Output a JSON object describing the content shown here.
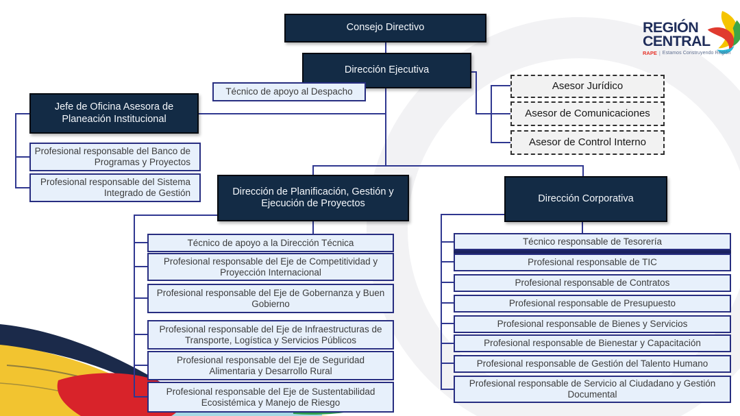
{
  "org": {
    "root": "Consejo Directivo",
    "executive": "Dirección Ejecutiva",
    "executive_support": "Técnico de apoyo al Despacho",
    "advisors": [
      "Asesor Jurídico",
      "Asesor de Comunicaciones",
      "Asesor de Control Interno"
    ],
    "planning_office": {
      "title": "Jefe de Oficina Asesora de Planeación Institucional",
      "items": [
        "Profesional responsable del Banco de Programas y Proyectos",
        "Profesional responsable del Sistema Integrado de Gestión"
      ]
    },
    "projects_direction": {
      "title": "Dirección de Planificación, Gestión y Ejecución de Proyectos",
      "items": [
        "Técnico de apoyo a la Dirección Técnica",
        "Profesional responsable del Eje de Competitividad y Proyección Internacional",
        "Profesional responsable del Eje de Gobernanza y Buen Gobierno",
        "Profesional responsable del Eje de Infraestructuras de Transporte, Logística y Servicios Públicos",
        "Profesional responsable del Eje de Seguridad Alimentaria y Desarrollo Rural",
        "Profesional responsable del Eje de Sustentabilidad Ecosistémica y Manejo de Riesgo"
      ]
    },
    "corporate_direction": {
      "title": "Dirección Corporativa",
      "items": [
        "Técnico responsable de Tesorería",
        "Profesional responsable de TIC",
        "Profesional responsable de Contratos",
        "Profesional responsable de Presupuesto",
        "Profesional responsable de Bienes y Servicios",
        "Profesional responsable de Bienestar y Capacitación",
        "Profesional responsable de Gestión del Talento Humano",
        "Profesional responsable de Servicio al Ciudadano y Gestión Documental"
      ]
    }
  },
  "logo": {
    "line1": "REGIÓN",
    "line2": "CENTRAL",
    "acronym": "RAPE",
    "separator": "|",
    "tagline": "Estamos Construyendo Región"
  },
  "colors": {
    "dark_box": "#132B45",
    "light_box_bg": "#E7F0FB",
    "light_box_border": "#272D80",
    "dashed_box_bg": "#F2F2F2",
    "connector": "#2F3790",
    "divider_navy": "#1B2260",
    "logo_navy": "#1F2D5A",
    "logo_red": "#E63329",
    "brush_navy": "#1B2A4A",
    "brush_yellow": "#F2C430",
    "brush_red": "#D8232A",
    "brush_green": "#2F9E4E",
    "brush_teal": "#A6D9E4"
  }
}
